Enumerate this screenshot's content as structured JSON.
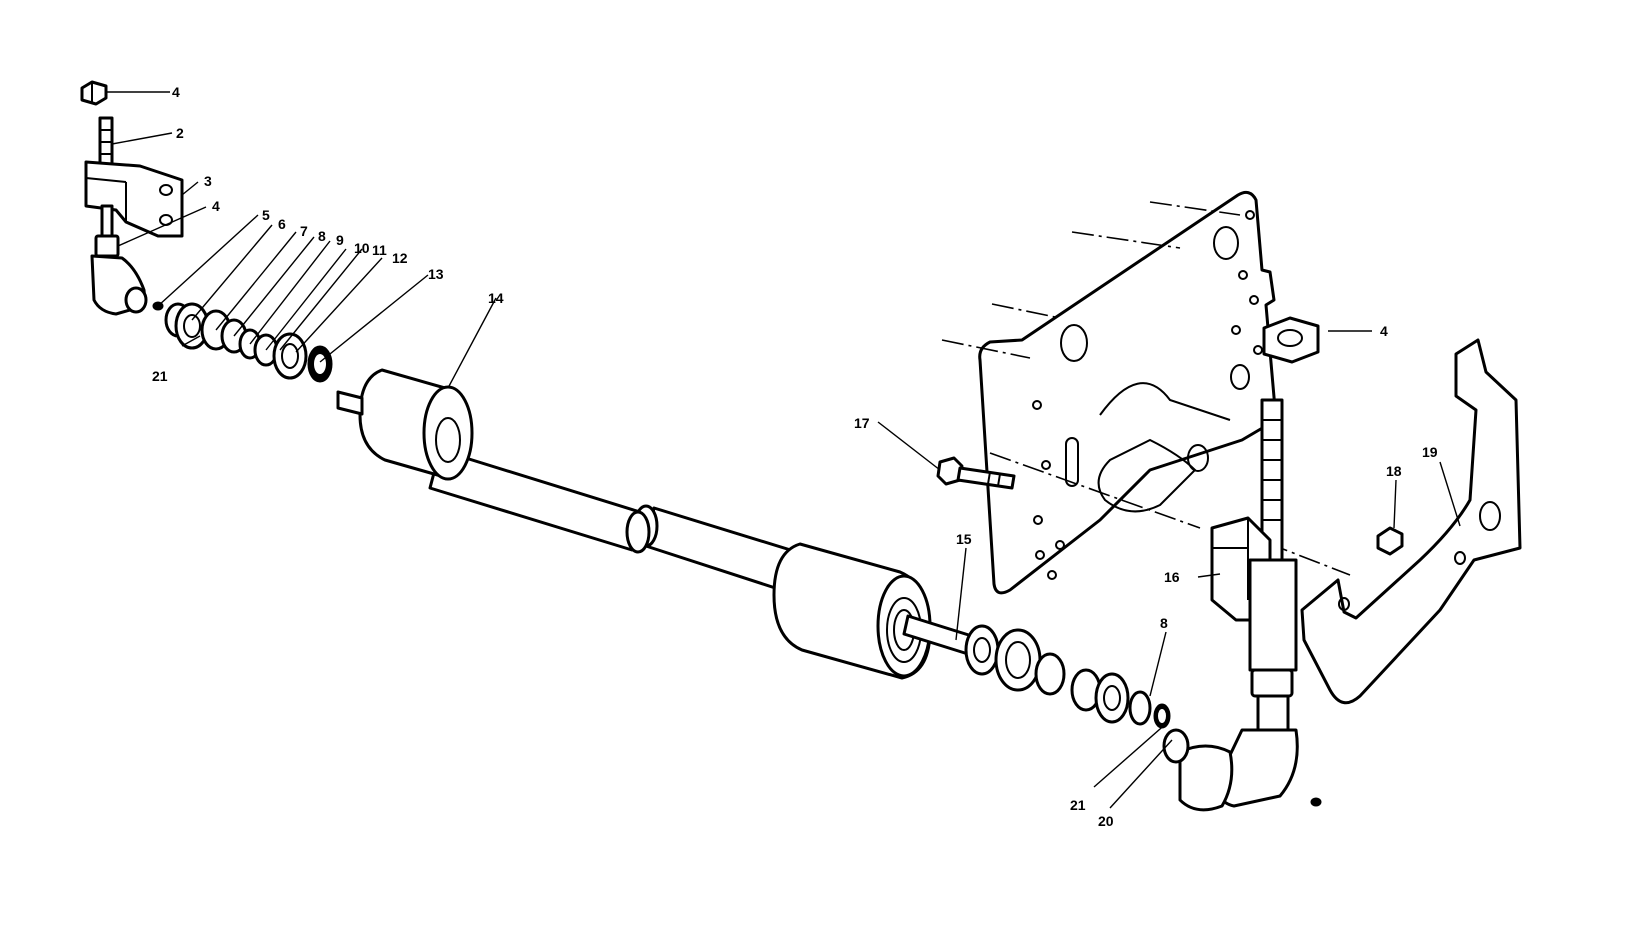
{
  "callouts": [
    {
      "id": "c4a",
      "text": "4"
    },
    {
      "id": "c2",
      "text": "2"
    },
    {
      "id": "c3",
      "text": "3"
    },
    {
      "id": "c4b",
      "text": "4"
    },
    {
      "id": "c5",
      "text": "5"
    },
    {
      "id": "c6",
      "text": "6"
    },
    {
      "id": "c7",
      "text": "7"
    },
    {
      "id": "c8a",
      "text": "8"
    },
    {
      "id": "c9",
      "text": "9"
    },
    {
      "id": "c10",
      "text": "10"
    },
    {
      "id": "c11",
      "text": "11"
    },
    {
      "id": "c12",
      "text": "12"
    },
    {
      "id": "c13",
      "text": "13"
    },
    {
      "id": "c14",
      "text": "14"
    },
    {
      "id": "c21a",
      "text": "21"
    },
    {
      "id": "c17",
      "text": "17"
    },
    {
      "id": "c4c",
      "text": "4"
    },
    {
      "id": "c19",
      "text": "19"
    },
    {
      "id": "c18",
      "text": "18"
    },
    {
      "id": "c16",
      "text": "16"
    },
    {
      "id": "c15",
      "text": "15"
    },
    {
      "id": "c8b",
      "text": "8"
    },
    {
      "id": "c21b",
      "text": "21"
    },
    {
      "id": "c20",
      "text": "20"
    }
  ]
}
